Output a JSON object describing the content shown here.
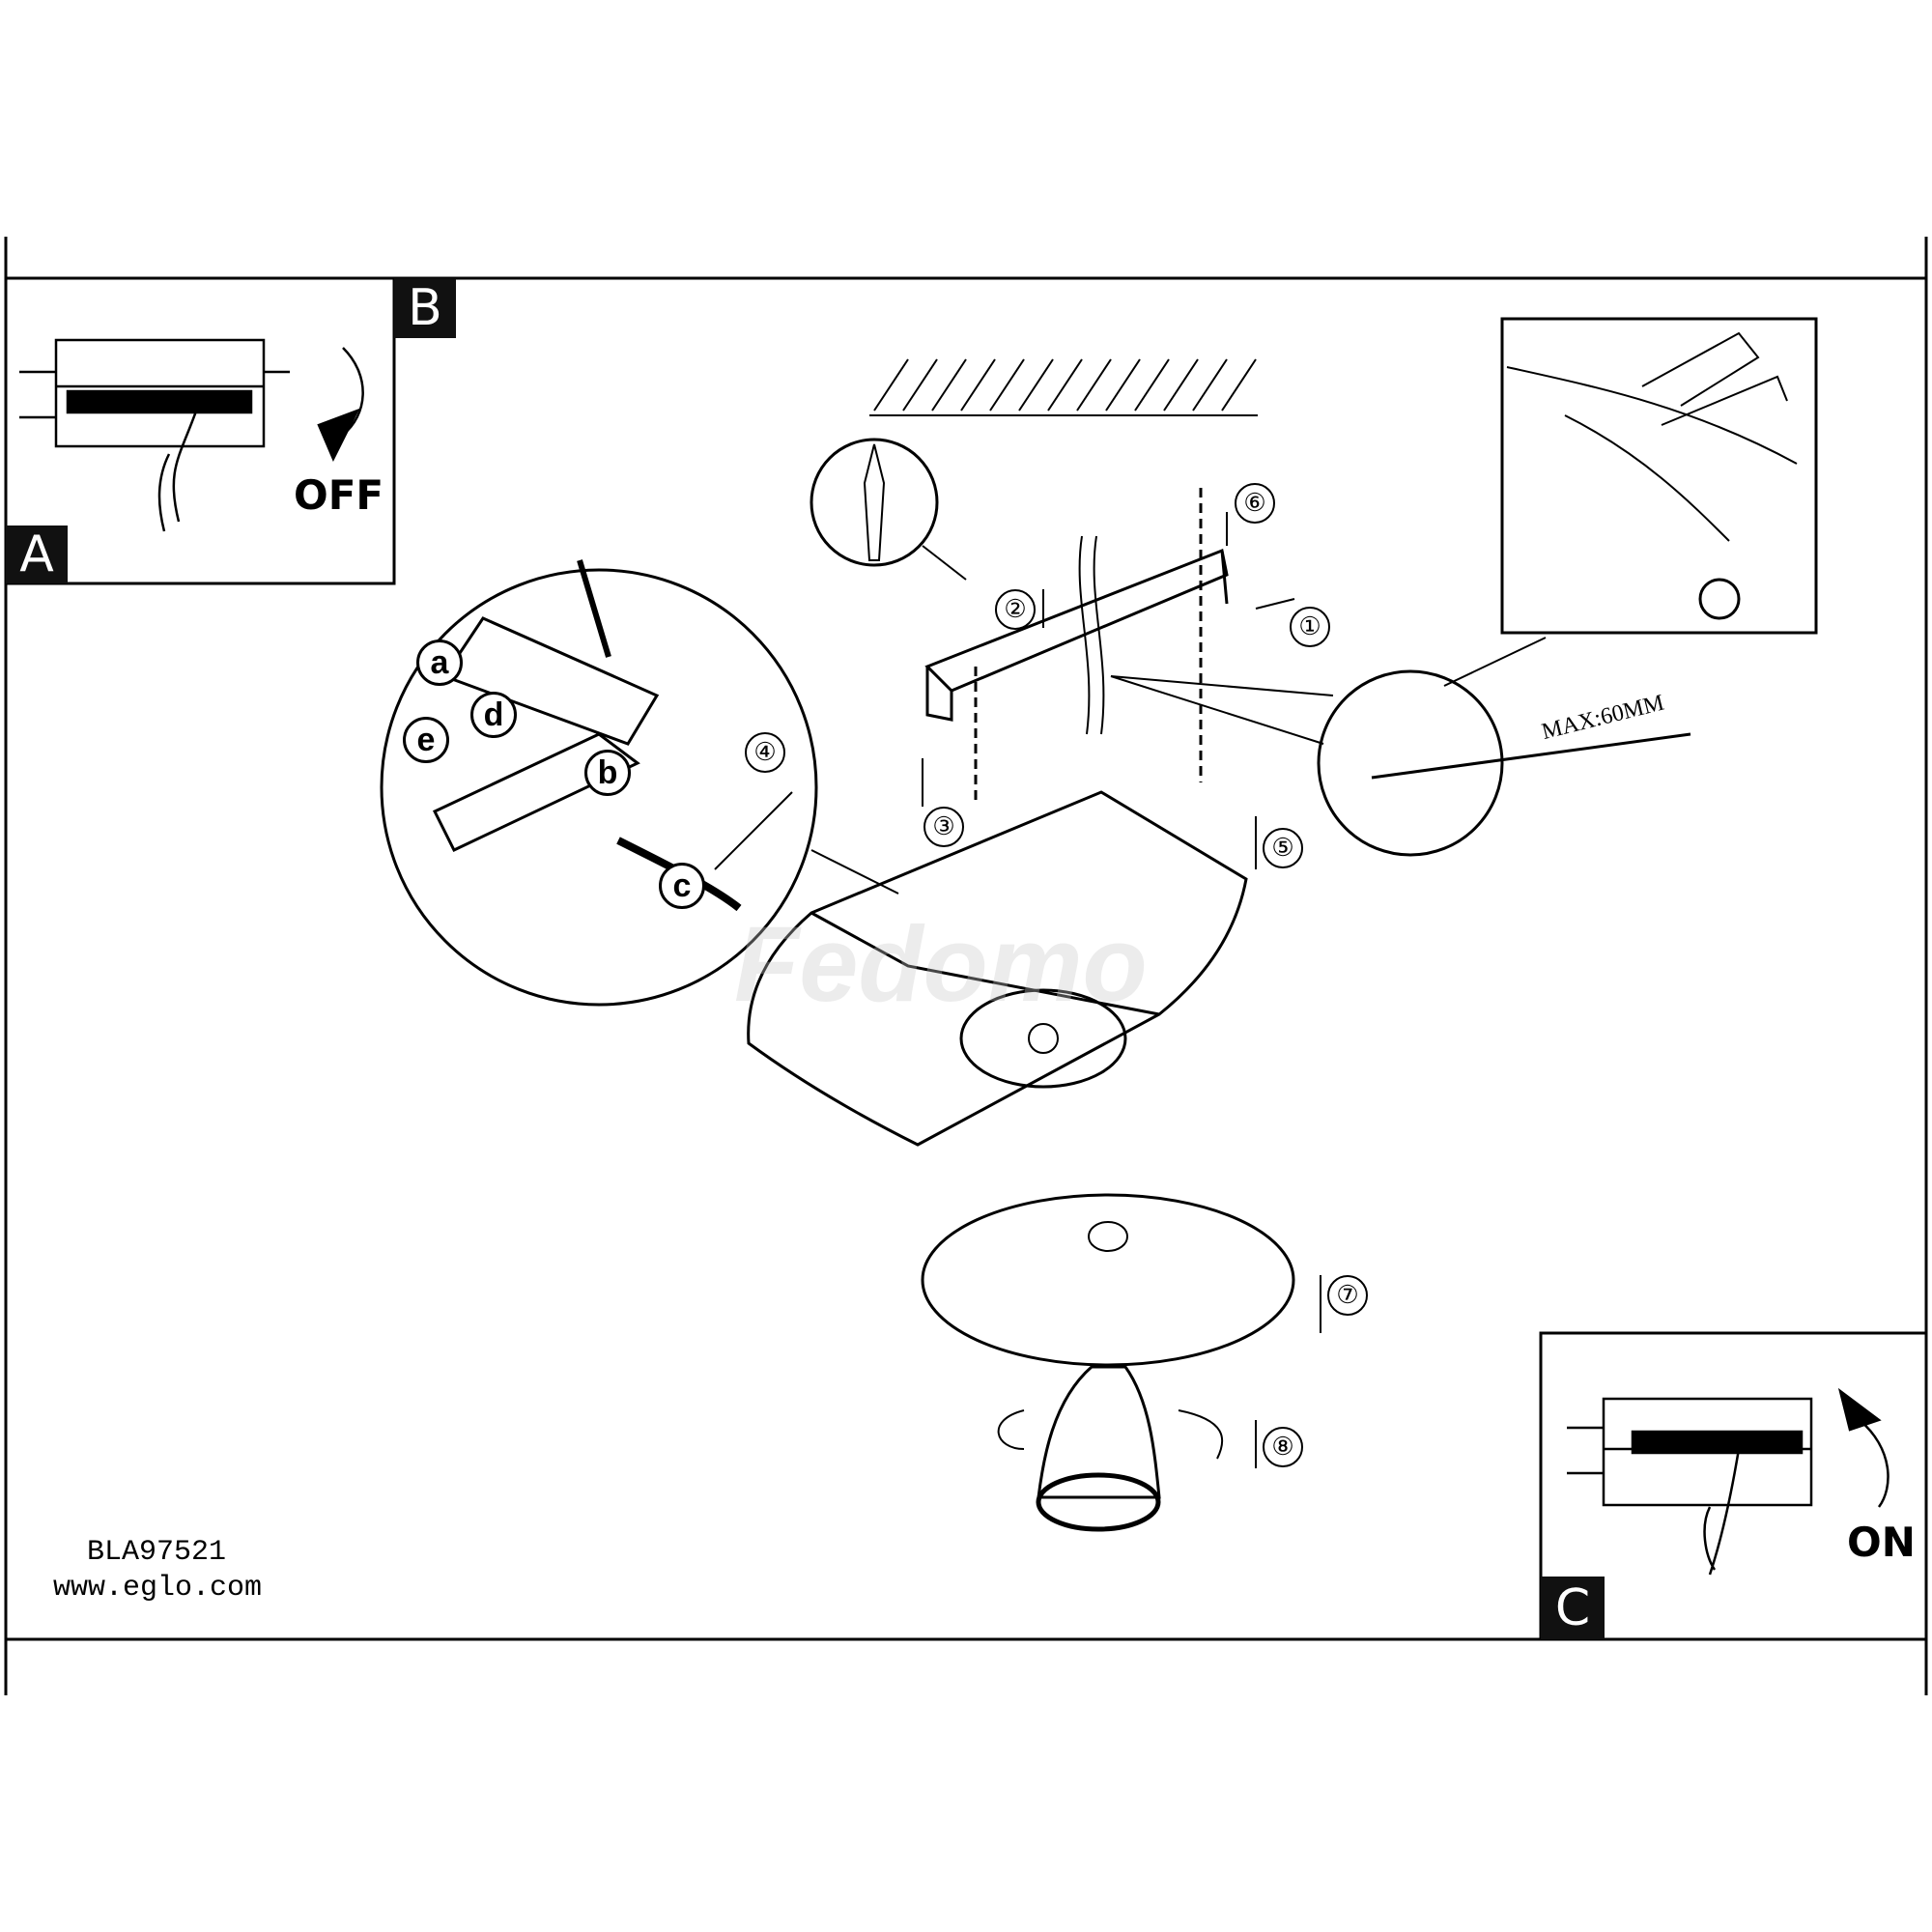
{
  "panels": {
    "A": "A",
    "B": "B",
    "C": "C",
    "off_label": "OFF",
    "on_label": "ON"
  },
  "steps": [
    "①",
    "②",
    "③",
    "④",
    "⑤",
    "⑥",
    "⑦",
    "⑧"
  ],
  "wiring_steps": [
    "a",
    "b",
    "c",
    "d",
    "e"
  ],
  "dimension": "MAX:60MM",
  "watermark": "Fedomo",
  "footer": {
    "model": "BLA97521",
    "website": "www.eglo.com"
  }
}
